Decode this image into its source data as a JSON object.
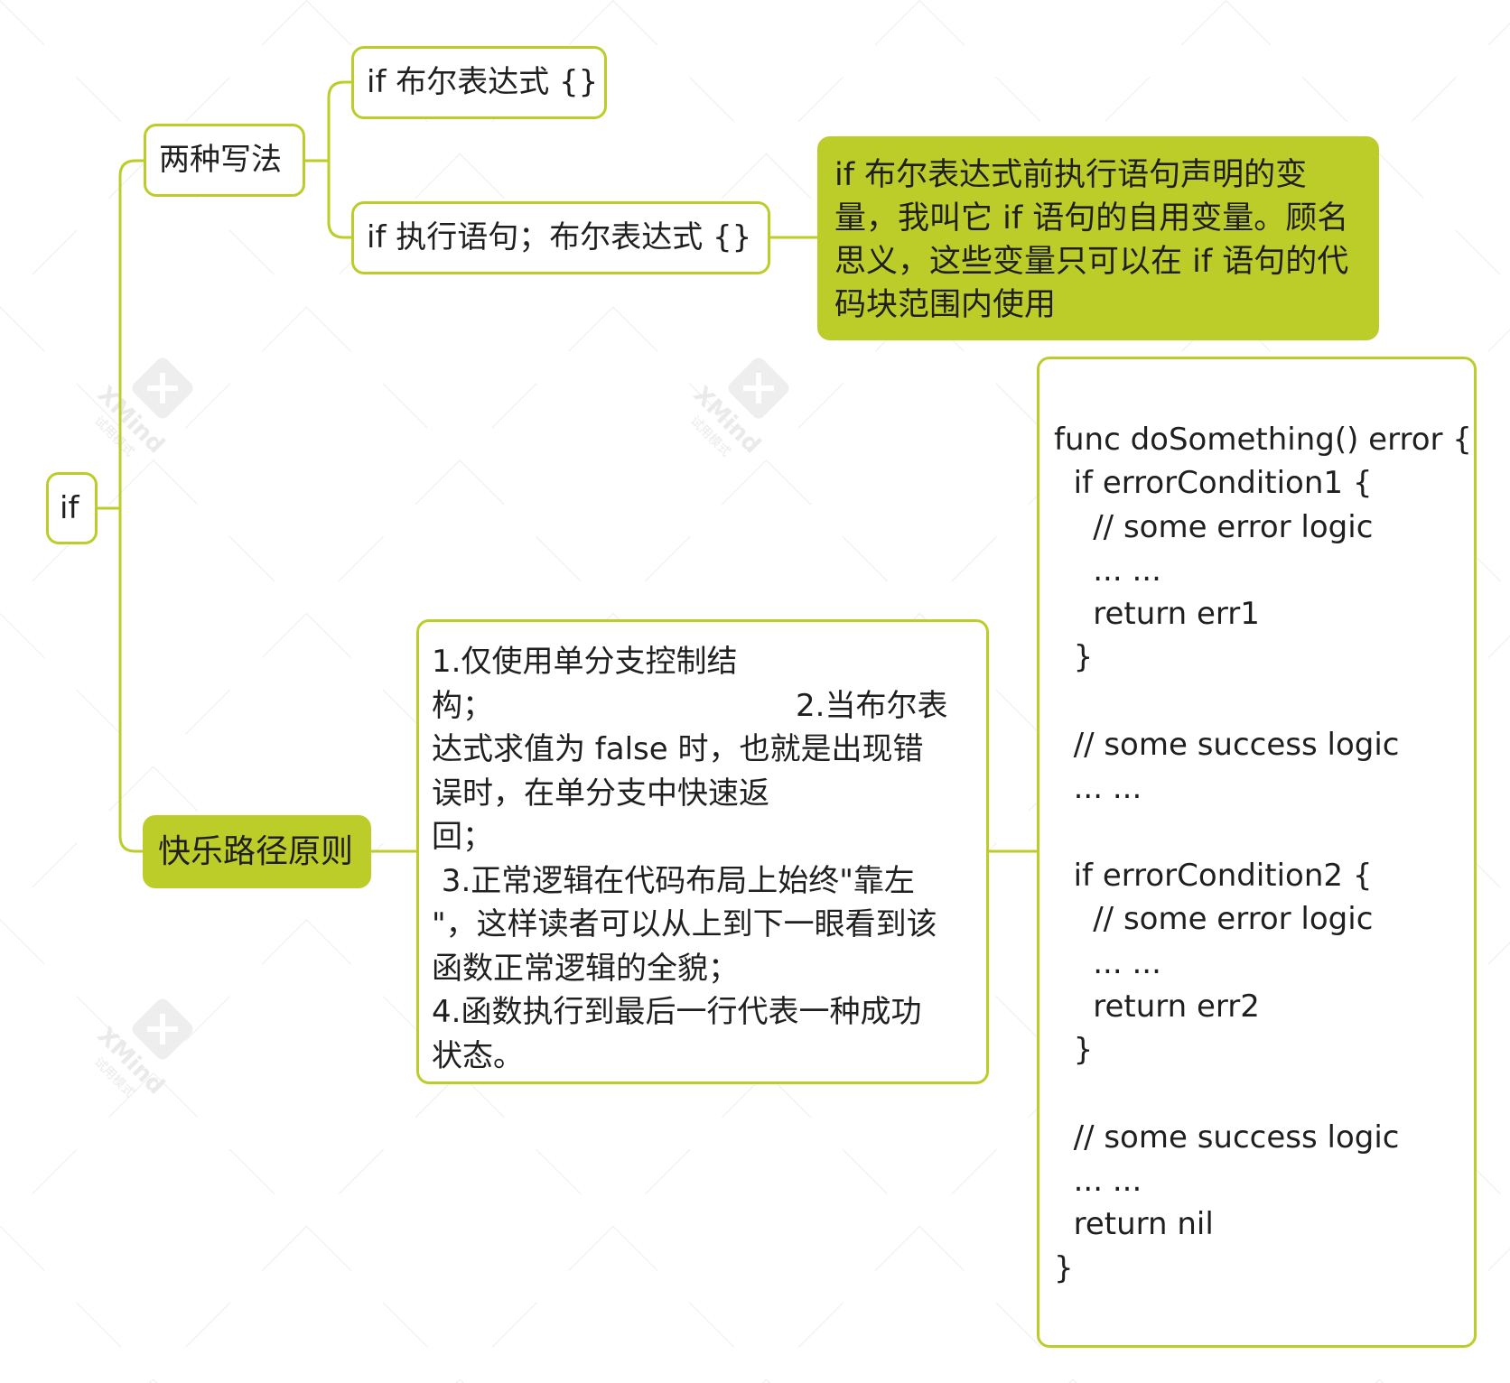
{
  "mindmap": {
    "root": {
      "label": "if"
    },
    "two_ways": {
      "label": "两种写法",
      "form_a": "if 布尔表达式 {}",
      "form_b": "if 执行语句；布尔表达式 {}",
      "note_lines": [
        "if 布尔表达式前执行语句声明的变",
        "量，我叫它 if 语句的自用变量。顾名",
        "思义，这些变量只可以在 if 语句的代",
        "码块范围内使用"
      ]
    },
    "happy_path": {
      "label": "快乐路径原则",
      "rules_lines": [
        "1.仅使用单分支控制结",
        "构；                               2.当布尔表",
        "达式求值为 false 时，也就是出现错",
        "误时，在单分支中快速返",
        "回；",
        " 3.正常逻辑在代码布局上始终\"靠左",
        "\"，这样读者可以从上到下一眼看到该",
        "函数正常逻辑的全貌；",
        "4.函数执行到最后一行代表一种成功",
        "状态。"
      ],
      "code_lines": [
        "func doSomething() error {",
        "  if errorCondition1 {",
        "    // some error logic",
        "    ... ...",
        "    return err1",
        "  }",
        "",
        "  // some success logic",
        "  ... ...",
        "",
        "  if errorCondition2 {",
        "    // some error logic",
        "    ... ...",
        "    return err2",
        "  }",
        "",
        "  // some success logic",
        "  ... ...",
        "  return nil",
        "}"
      ]
    }
  },
  "theme": {
    "accent": "#bccd2a",
    "text": "#1f1f1f",
    "watermark": "#e6e6e6"
  },
  "watermark": {
    "brand": "XMind",
    "sub": "试用模式"
  }
}
